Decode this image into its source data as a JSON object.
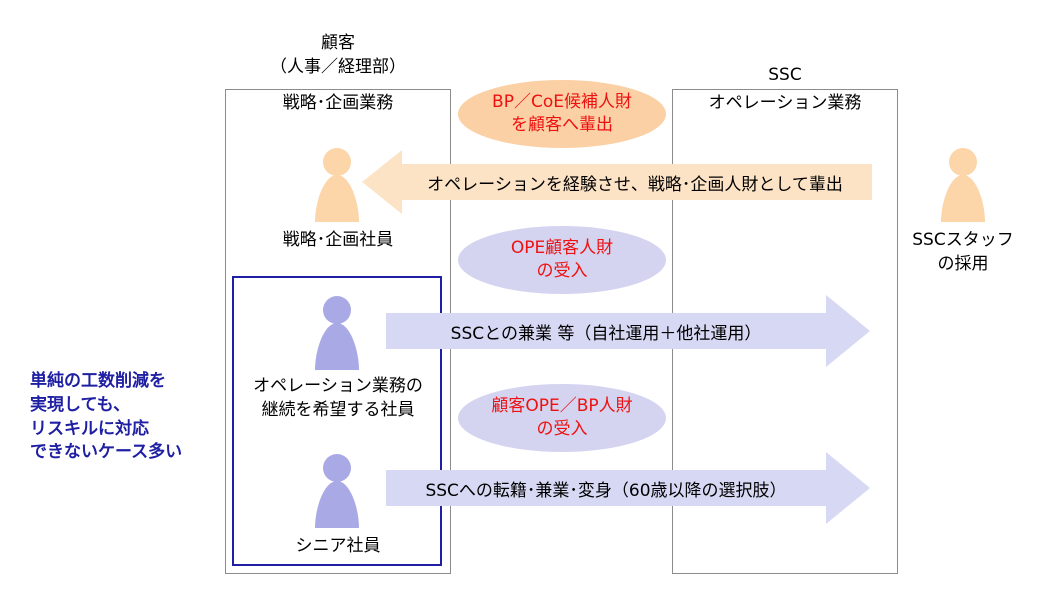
{
  "client": {
    "title": "顧客",
    "subtitle": "（人事／経理部）",
    "panel_label": "戦略･企画業務",
    "strategy_staff_label": "戦略･企画社員",
    "ops_staff_label_1": "オペレーション業務の",
    "ops_staff_label_2": "継続を希望する社員",
    "senior_staff_label": "シニア社員"
  },
  "ssc": {
    "title": "SSC",
    "panel_label": "オペレーション業務",
    "staff_label_1": "SSCスタッフ",
    "staff_label_2": "の採用"
  },
  "bubbles": {
    "bp_coe_1": "BP／CoE候補人財",
    "bp_coe_2": "を顧客へ輩出",
    "ope_client_1": "OPE顧客人財",
    "ope_client_2": "の受入",
    "client_ope_bp_1": "顧客OPE／BP人財",
    "client_ope_bp_2": "の受入"
  },
  "arrows": {
    "to_client": "オペレーションを経験させ、戦略･企画人財として輩出",
    "side_job": "SSCとの兼業 等（自社運用＋他社運用）",
    "transfer": "SSCへの転籍･兼業･変身（60歳以降の選択肢）"
  },
  "note": {
    "line1": "単純の工数削減を",
    "line2": "実現しても、",
    "line3": "リスキルに対応",
    "line4": "できないケース多い"
  },
  "colors": {
    "person_orange": "#fcd5a8",
    "person_purple": "#a9a9e6",
    "bubble_orange": "#fbd0a4",
    "bubble_purple": "#d4d4f1",
    "arrow_orange": "#fde3c6",
    "arrow_purple": "#d7d9f4",
    "note_blue": "#1f1fa3",
    "highlight_border": "#1f1fa3",
    "red_text": "#ee1111"
  }
}
